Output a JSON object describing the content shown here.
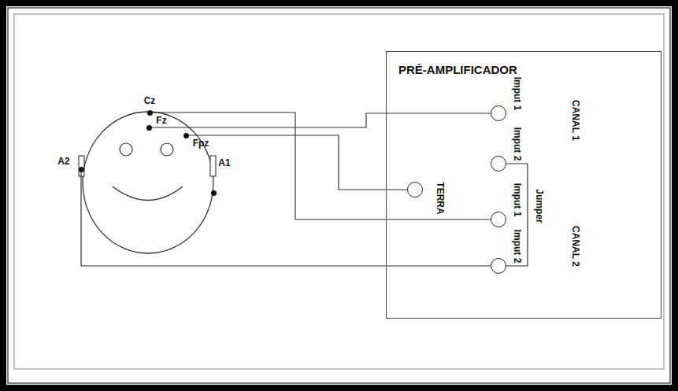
{
  "diagram": {
    "nodes": [
      {
        "text": [
          "Cz"
        ]
      },
      {
        "text": [
          "Fz"
        ]
      },
      {
        "text": [
          "Fpz"
        ]
      },
      {
        "text": [
          "A2"
        ]
      },
      {
        "text": [
          "A1"
        ]
      },
      {
        "text": [
          "PRÉ-AMPLIFICADOR",
          "CANAL 1",
          "CANAL 2"
        ]
      },
      {
        "text": [
          "Imput 1"
        ],
        "in": 5
      },
      {
        "text": [
          "Imput 2"
        ],
        "in": 5
      },
      {
        "text": [
          "TERRA"
        ],
        "in": 5
      },
      {
        "text": [
          "Imput 1"
        ],
        "in": 5
      },
      {
        "text": [
          "Imput 2"
        ],
        "in": 5
      }
    ],
    "edges": [
      {
        "from": 1,
        "to": 6,
        "arrow": "none"
      },
      {
        "from": 2,
        "to": 8,
        "arrow": "none"
      },
      {
        "from": 0,
        "to": 9,
        "arrow": "none"
      },
      {
        "from": 3,
        "to": 10,
        "arrow": "none"
      },
      {
        "from": 7,
        "to": 10,
        "label": "Jumper",
        "arrow": "none"
      }
    ]
  }
}
